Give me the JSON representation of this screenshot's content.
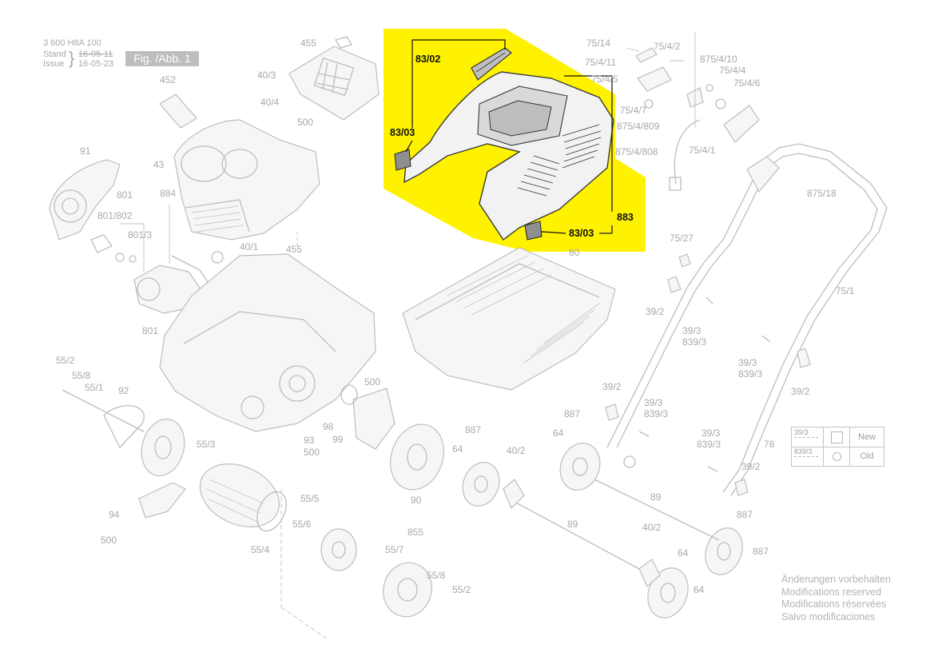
{
  "header": {
    "doc_number": "3 600 H8A 100",
    "stand_label": "Stand",
    "stand_value": "16-05-11",
    "issue_label": "Issue",
    "issue_value": "16-05-23",
    "figure": "Fig. /Abb. 1"
  },
  "highlight": {
    "color": "#fff200",
    "labels": [
      "83/02",
      "83/03",
      "83/03",
      "883"
    ]
  },
  "part_labels": [
    "455",
    "452",
    "40/3",
    "40/4",
    "500",
    "91",
    "43",
    "884",
    "801",
    "801/802",
    "801/3",
    "455",
    "40/1",
    "801",
    "55/2",
    "55/8",
    "55/1",
    "92",
    "500",
    "98",
    "99",
    "93",
    "500",
    "55/3",
    "94",
    "500",
    "55/5",
    "55/6",
    "55/4",
    "855",
    "55/7",
    "55/8",
    "55/2",
    "90",
    "887",
    "64",
    "40/2",
    "80",
    "887",
    "64",
    "89",
    "89",
    "40/2",
    "887",
    "64",
    "887",
    "64",
    "75/14",
    "75/4/2",
    "75/4/11",
    "75/4/5",
    "875/4/10",
    "75/4/4",
    "75/4/6",
    "75/4/7",
    "875/4/809",
    "875/4/808",
    "75/4/1",
    "875/18",
    "75/27",
    "75/1",
    "39/2",
    "39/3",
    "839/3",
    "39/3",
    "839/3",
    "39/2",
    "39/2",
    "39/3",
    "839/3",
    "39/3",
    "839/3",
    "78",
    "39/2"
  ],
  "legend": {
    "rows": [
      {
        "code_a": "39/3",
        "code_b": "",
        "label": "New"
      },
      {
        "code_a": "839/3",
        "code_b": "",
        "label": "Old"
      }
    ]
  },
  "modifications": [
    "Änderungen vorbehalten",
    "Modifications reserved",
    "Modifications réservées",
    "Salvo modificaciones"
  ]
}
